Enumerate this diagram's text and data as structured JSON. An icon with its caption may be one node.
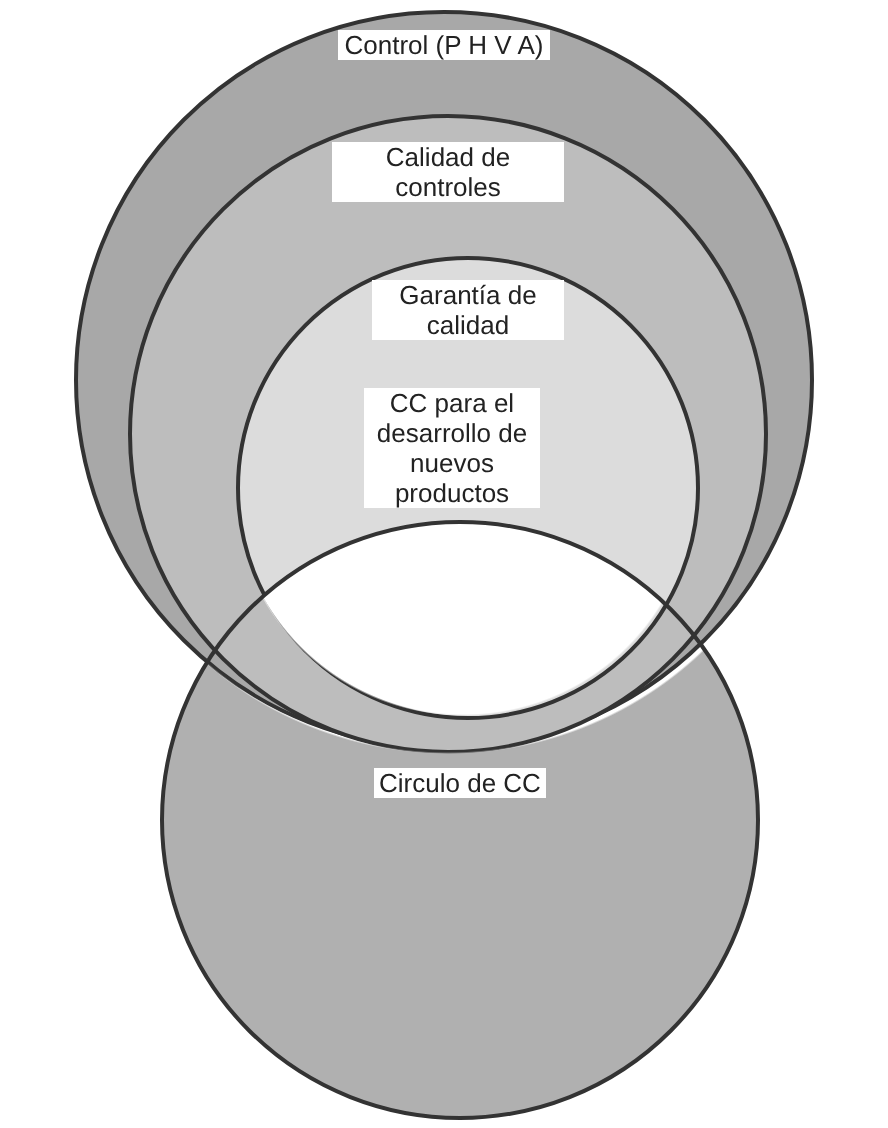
{
  "diagram": {
    "nodes": [
      {
        "text": [
          "Control (P H V A)"
        ]
      },
      {
        "text": [
          "Calidad de controles"
        ],
        "in": 0
      },
      {
        "text": [
          "Garantía de calidad"
        ],
        "in": 1
      },
      {
        "text": [
          "Circulo de CC"
        ]
      }
    ],
    "edges": [],
    "labels": [
      "CC para el desarrollo de nuevos productos"
    ]
  }
}
